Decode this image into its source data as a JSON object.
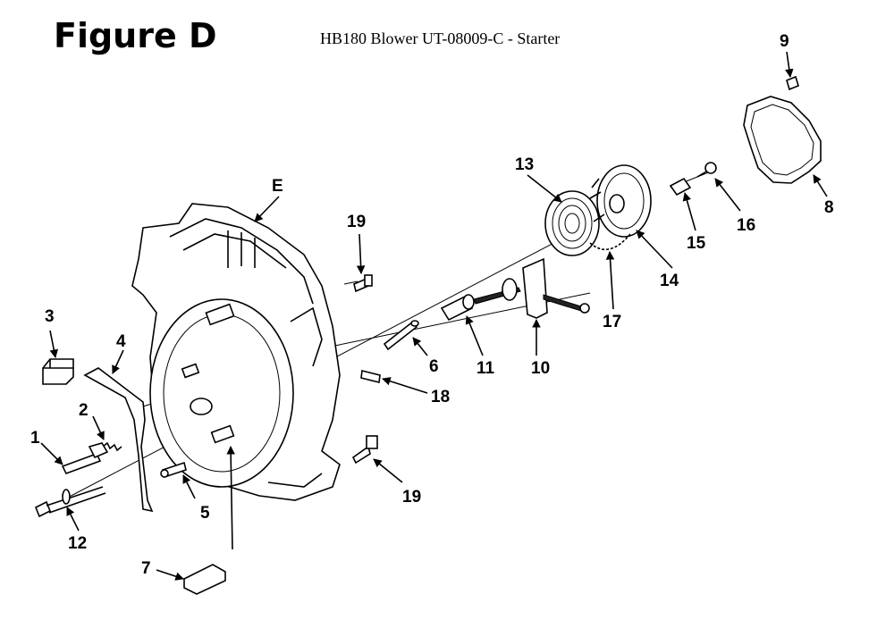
{
  "header": {
    "figure_label": "Figure D",
    "title": "HB180 Blower UT-08009-C - Starter"
  },
  "callouts": {
    "n1": "1",
    "n2": "2",
    "n3": "3",
    "n4": "4",
    "n5": "5",
    "n6": "6",
    "n7": "7",
    "n8": "8",
    "n9": "9",
    "n10": "10",
    "n11": "11",
    "n12": "12",
    "n13": "13",
    "n14": "14",
    "n15": "15",
    "n16": "16",
    "n17": "17",
    "n18": "18",
    "n19a": "19",
    "n19b": "19",
    "nE": "E"
  }
}
